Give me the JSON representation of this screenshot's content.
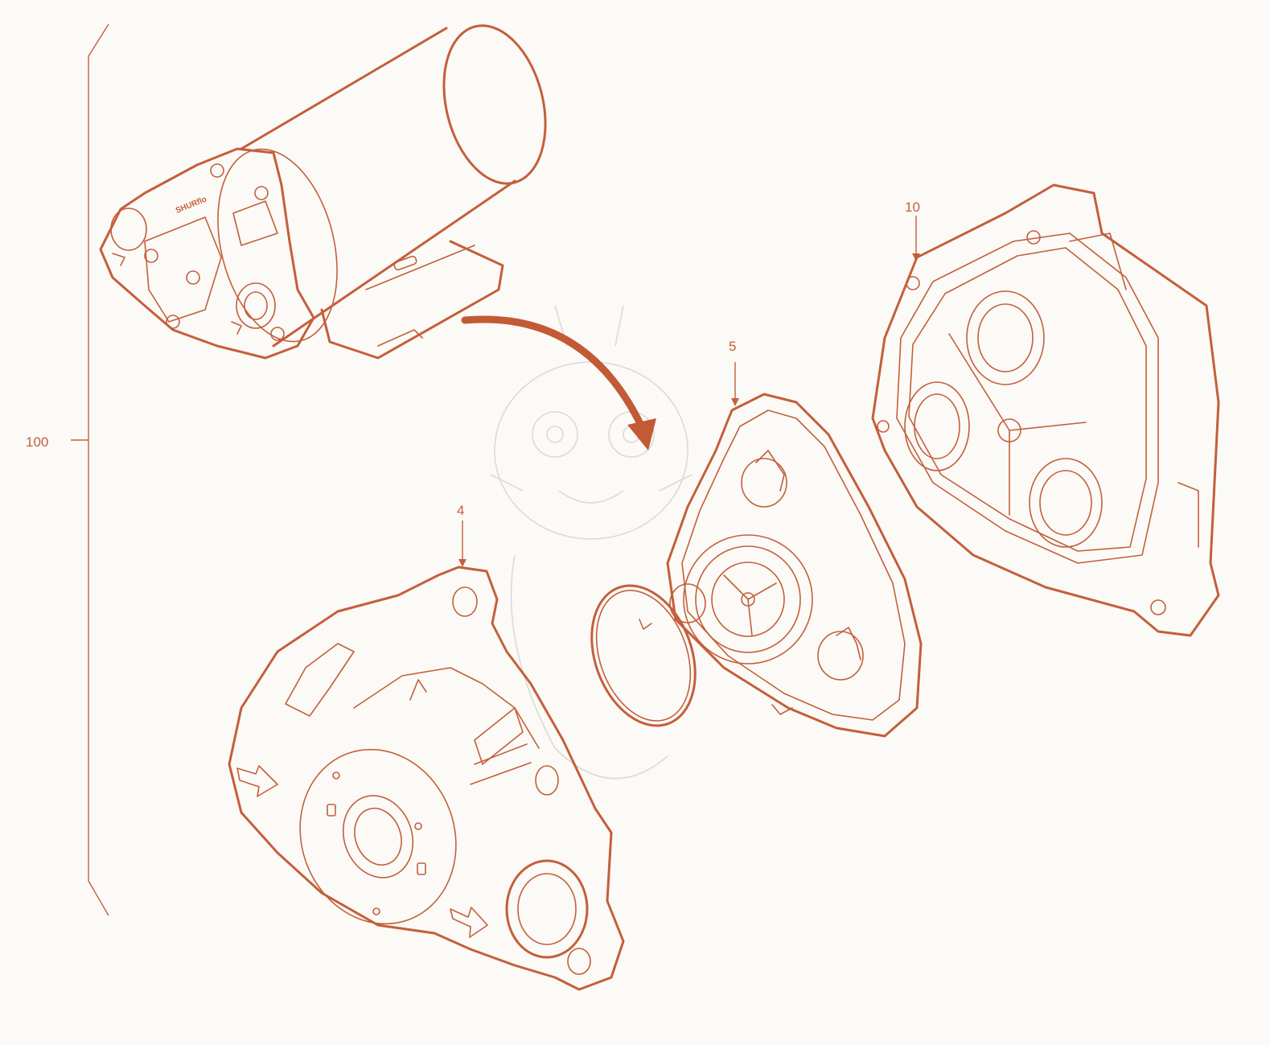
{
  "callouts": {
    "assembly": "100",
    "part_4": "4",
    "part_5": "5",
    "part_10": "10"
  },
  "brand_text": "SHURflo",
  "colors": {
    "line": "#c45f3b",
    "arrow": "#c25a35",
    "background": "#fbfaf7",
    "watermark": "#d8d6d2"
  }
}
